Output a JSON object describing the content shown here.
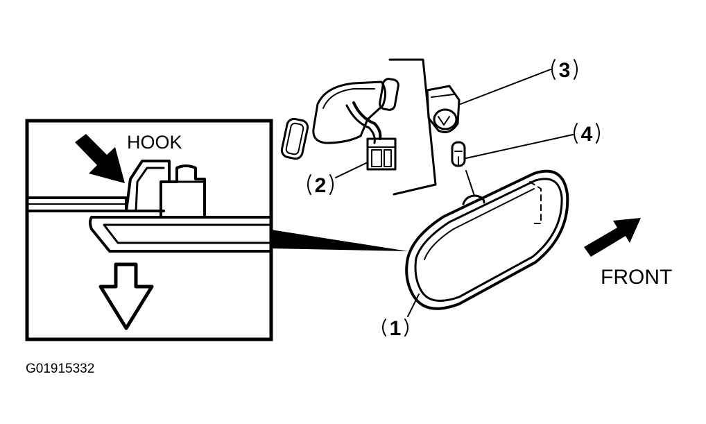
{
  "labels": {
    "hook": "HOOK",
    "front": "FRONT",
    "figure_id": "G01915332"
  },
  "callouts": [
    "1",
    "2",
    "3",
    "4"
  ],
  "colors": {
    "ink": "#000000",
    "paper": "#ffffff"
  }
}
